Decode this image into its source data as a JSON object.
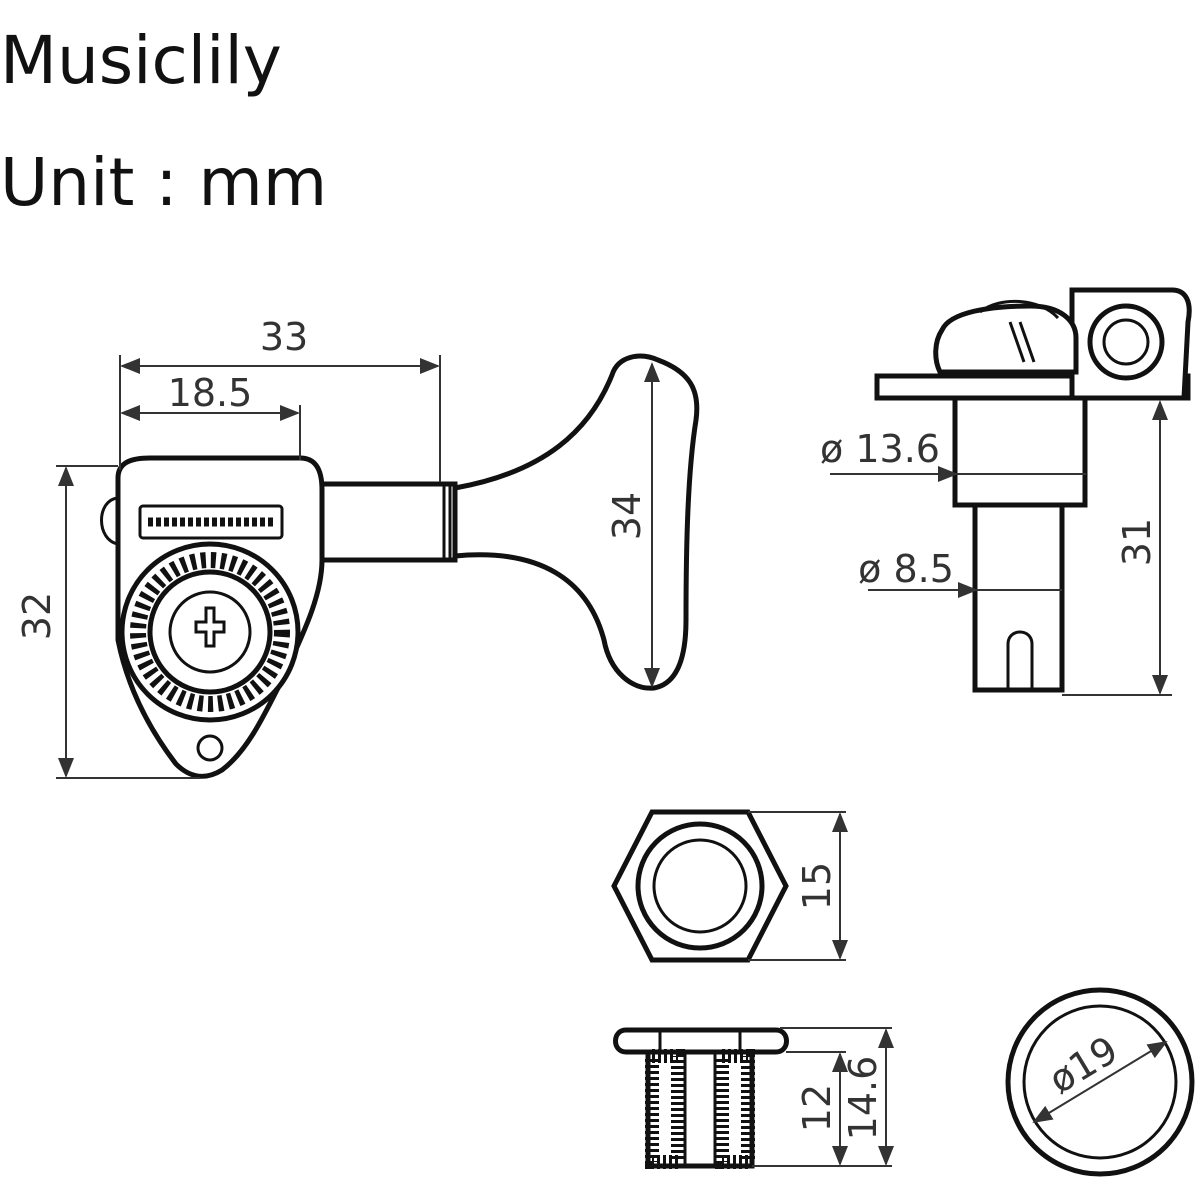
{
  "header": {
    "brand": "Musiclily",
    "unit_label": "Unit : mm"
  },
  "dimensions": {
    "overall_length": "33",
    "post_offset": "18.5",
    "housing_height": "32",
    "button_height": "34",
    "bushing_diameter": "ø 13.6",
    "post_diameter": "ø 8.5",
    "post_height": "31",
    "nut_width": "15",
    "washer_diameter": "ø19",
    "sleeve_length": "12",
    "sleeve_total_length": "14.6"
  },
  "colors": {
    "line": "#333333",
    "outline": "#111111",
    "background": "#ffffff"
  }
}
